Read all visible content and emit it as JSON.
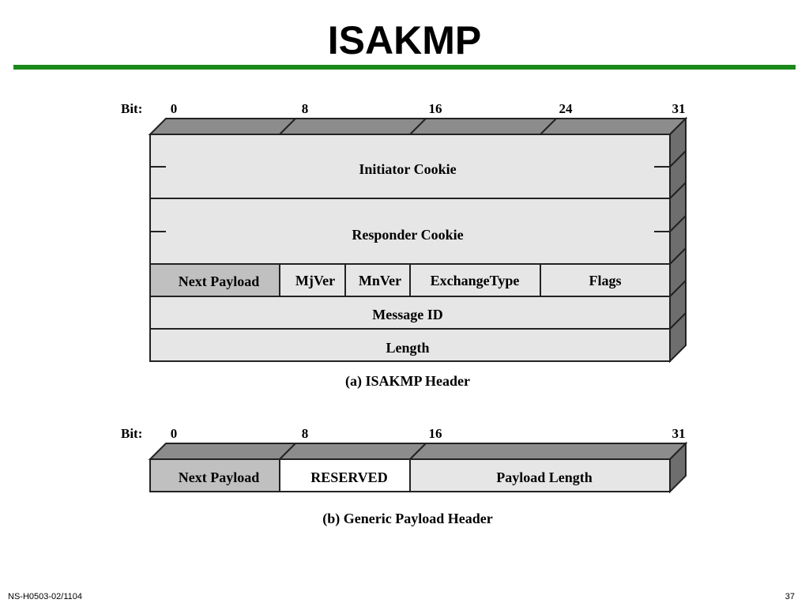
{
  "slide": {
    "title": "ISAKMP",
    "footer_left": "NS-H0503-02/1104",
    "page_number": "37"
  },
  "colors": {
    "rule": "#1a8a1a",
    "field_light": "#e6e6e6",
    "field_dark": "#c0c0c0",
    "field_white": "#ffffff",
    "top_face": "#8c8c8c",
    "side_face": "#6e6e6e"
  },
  "header_a": {
    "bit_label": "Bit:",
    "bit_ticks": [
      "0",
      "8",
      "16",
      "24",
      "31"
    ],
    "fields": {
      "initiator_cookie": "Initiator Cookie",
      "responder_cookie": "Responder Cookie",
      "next_payload": "Next Payload",
      "mj_ver": "MjVer",
      "mn_ver": "MnVer",
      "exchange_type": "ExchangeType",
      "flags": "Flags",
      "message_id": "Message ID",
      "length": "Length"
    },
    "caption": "(a) ISAKMP Header"
  },
  "header_b": {
    "bit_label": "Bit:",
    "bit_ticks": [
      "0",
      "8",
      "16",
      "31"
    ],
    "fields": {
      "next_payload": "Next Payload",
      "reserved": "RESERVED",
      "payload_length": "Payload Length"
    },
    "caption": "(b) Generic Payload Header"
  }
}
